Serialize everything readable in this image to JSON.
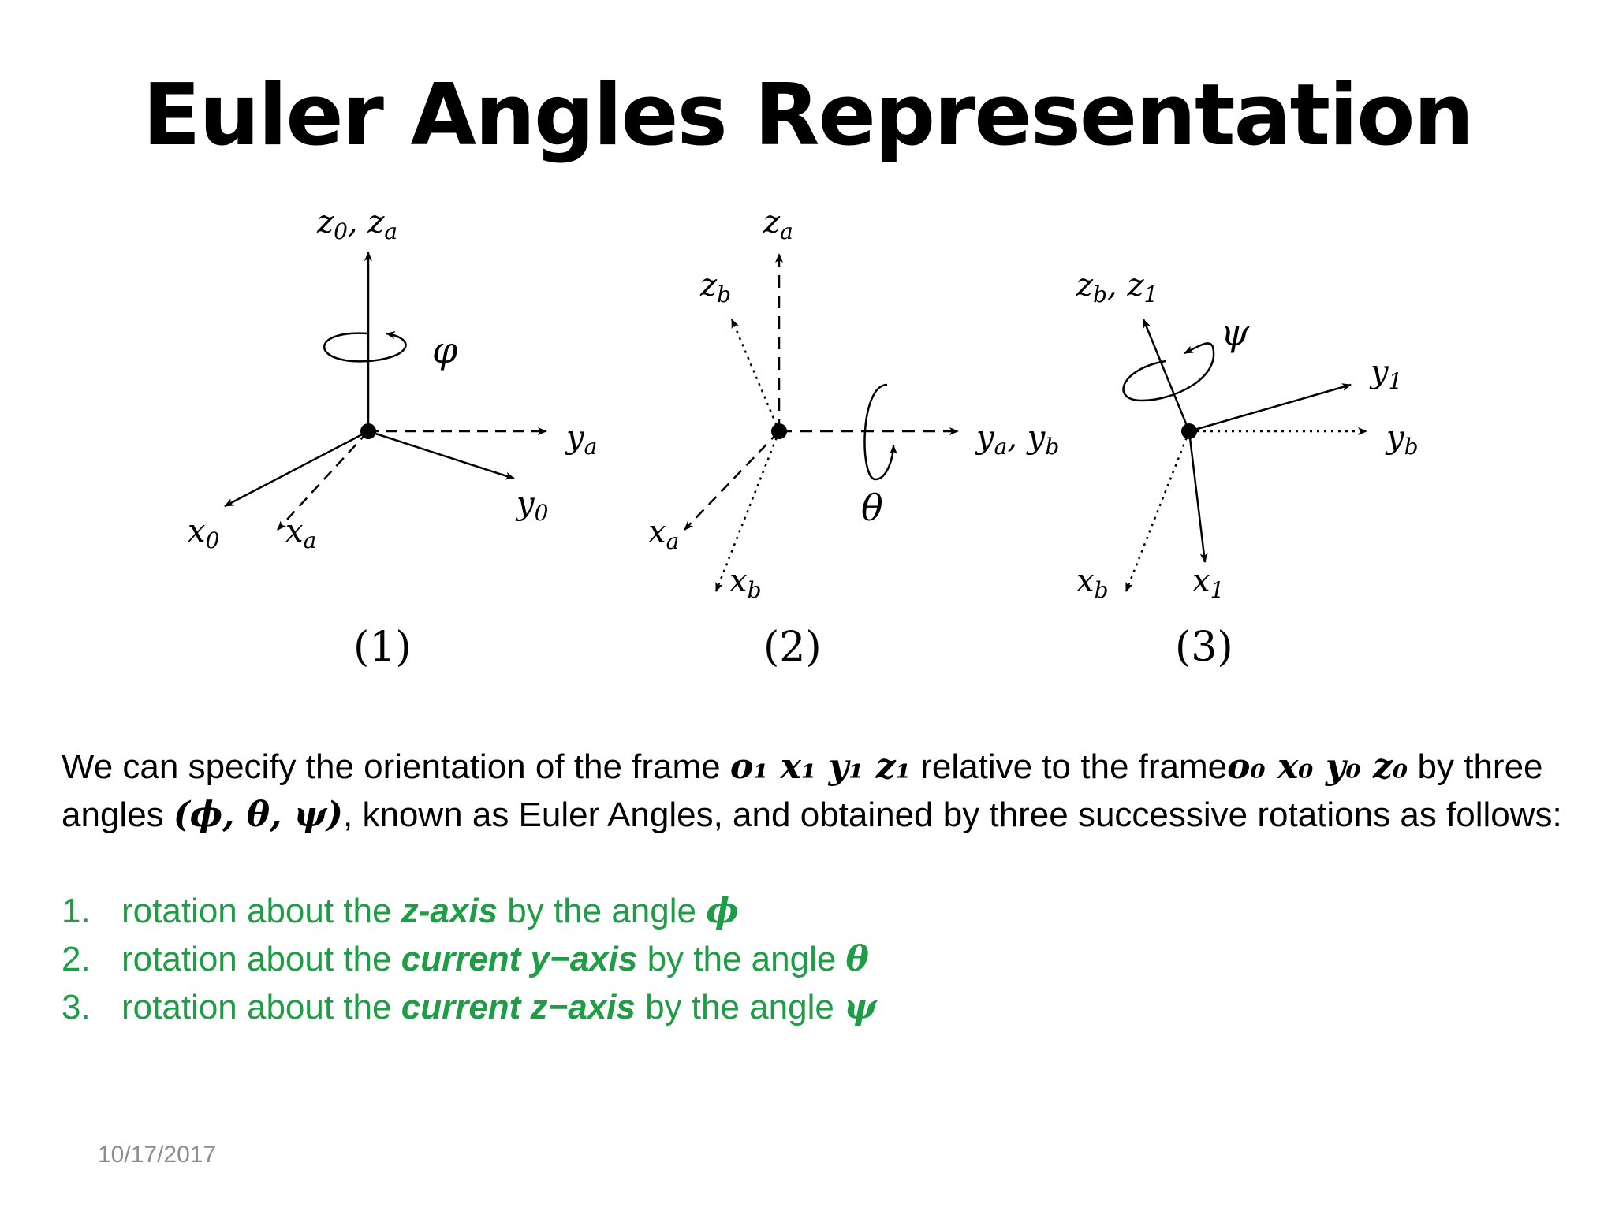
{
  "slide": {
    "title": "Euler Angles Representation",
    "date": "10/17/2017"
  },
  "diagram": {
    "panels": [
      {
        "caption": "(1)",
        "labels": {
          "z_top": "z",
          "z_top_sub": "0",
          "z_top_2": "z",
          "z_top_2_sub": "a",
          "angle": "φ",
          "ya": "y",
          "ya_sub": "a",
          "y0": "y",
          "y0_sub": "0",
          "x0": "x",
          "x0_sub": "0",
          "xa": "x",
          "xa_sub": "a"
        }
      },
      {
        "caption": "(2)",
        "labels": {
          "za": "z",
          "za_sub": "a",
          "zb": "z",
          "zb_sub": "b",
          "yab": "y",
          "yab_sub": "a",
          "yab2": "y",
          "yab2_sub": "b",
          "angle": "θ",
          "xa": "x",
          "xa_sub": "a",
          "xb": "x",
          "xb_sub": "b"
        }
      },
      {
        "caption": "(3)",
        "labels": {
          "zb1": "z",
          "zb1_sub": "b",
          "zb1_2": "z",
          "zb1_2_sub": "1",
          "angle": "ψ",
          "y1": "y",
          "y1_sub": "1",
          "yb": "y",
          "yb_sub": "b",
          "xb": "x",
          "xb_sub": "b",
          "x1": "x",
          "x1_sub": "1"
        }
      }
    ]
  },
  "body": {
    "p1": "We can specify the orientation of the frame ",
    "frame1": "o₁ x₁ y₁ z₁",
    "p2": " relative to the frame",
    "frame0": "o₀ x₀ y₀ z₀",
    "p3": " by three angles ",
    "angles": "(ϕ, θ, ψ)",
    "p4": ", known as Euler Angles, and obtained by three successive rotations as follows:"
  },
  "steps": [
    {
      "num": "1.",
      "pre": "rotation about the ",
      "axis": "z-axis",
      "mid": " by the angle ",
      "angle": "ϕ"
    },
    {
      "num": "2.",
      "pre": "rotation about the ",
      "axis": "current y−axis",
      "mid": " by the angle ",
      "angle": "θ"
    },
    {
      "num": "3.",
      "pre": "rotation about the ",
      "axis": "current z−axis",
      "mid": " by the angle ",
      "angle": "ψ"
    }
  ],
  "colors": {
    "step_text": "#1e9d46",
    "date_text": "#8c8c8c"
  }
}
